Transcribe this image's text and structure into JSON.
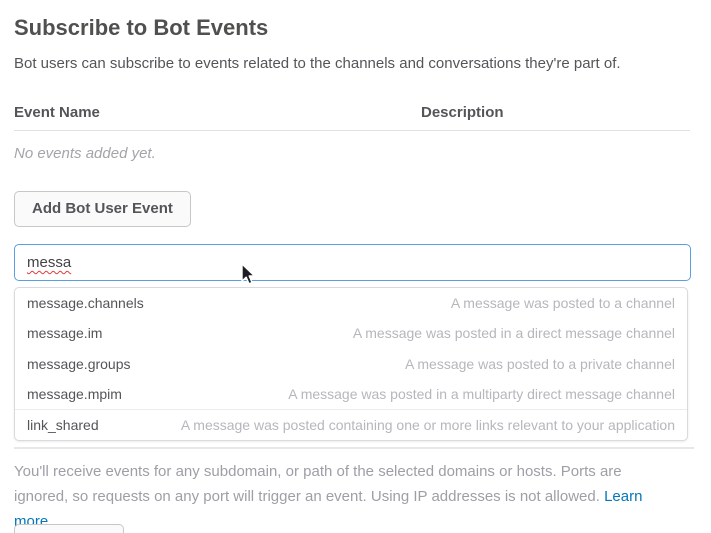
{
  "page": {
    "title": "Subscribe to Bot Events",
    "subtitle": "Bot users can subscribe to events related to the channels and conversations they're part of."
  },
  "table": {
    "columns": [
      "Event Name",
      "Description"
    ],
    "empty_text": "No events added yet."
  },
  "toolbar": {
    "add_event_label": "Add Bot User Event"
  },
  "search": {
    "value": "messa"
  },
  "dropdown": {
    "items": [
      {
        "name": "message.channels",
        "description": "A message was posted to a channel"
      },
      {
        "name": "message.im",
        "description": "A message was posted in a direct message channel"
      },
      {
        "name": "message.groups",
        "description": "A message was posted to a private channel"
      },
      {
        "name": "message.mpim",
        "description": "A message was posted in a multiparty direct message channel"
      },
      {
        "name": "link_shared",
        "description": "A message was posted containing one or more links relevant to your application"
      }
    ]
  },
  "footer": {
    "text": "You'll receive events for any subdomain, or path of the selected domains or hosts. Ports are ignored, so requests on any port will trigger an event. Using IP addresses is not allowed.",
    "link_label": "Learn more."
  },
  "colors": {
    "focus_border_blue": "#58a1de",
    "link_blue": "#0576b9",
    "heading_gray": "#555459",
    "muted_gray": "#9e9ea6"
  }
}
